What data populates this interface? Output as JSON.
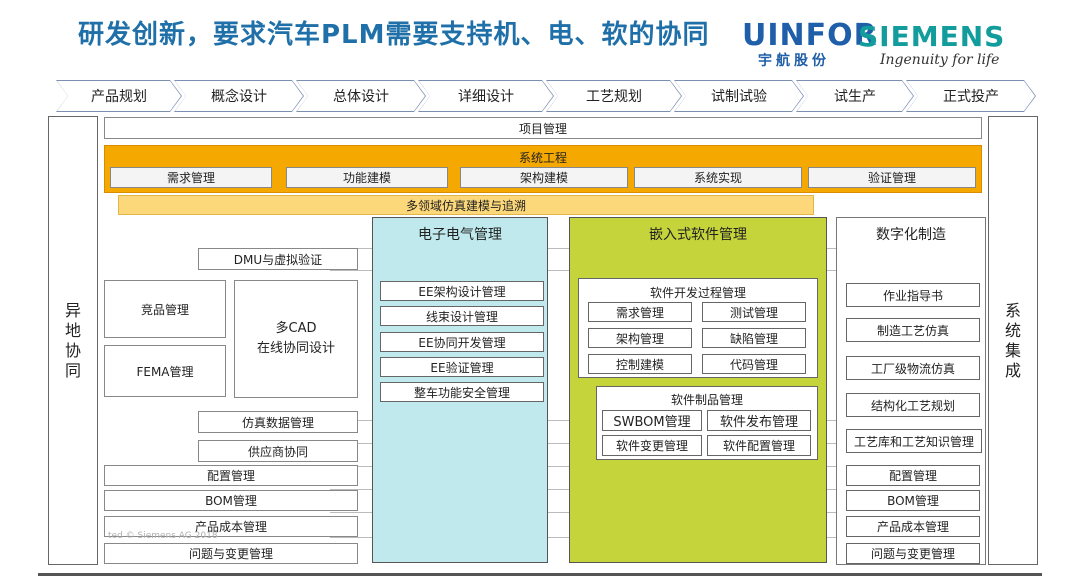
{
  "title": "研发创新，要求汽车PLM需要支持机、电、软的协同",
  "logo": {
    "uinfor": "UINFOR",
    "siemens": "SIEMENS",
    "uinfor_cn": "宇航股份",
    "tagline": "Ingenuity for life"
  },
  "phases": [
    "产品规划",
    "概念设计",
    "总体设计",
    "详细设计",
    "工艺规划",
    "试制试验",
    "试生产",
    "正式投产"
  ],
  "left_side": "异\n地\n协\n同",
  "right_side": "系\n统\n集\n成",
  "project_mgmt": "项目管理",
  "systems_engineering": {
    "title": "系统工程",
    "items": [
      "需求管理",
      "功能建模",
      "架构建模",
      "系统实现",
      "验证管理"
    ]
  },
  "simulation": "多领域仿真建模与追溯",
  "left_column": {
    "dmu": "DMU与虚拟验证",
    "competitor": "竞品管理",
    "fema": "FEMA管理",
    "multicad": "多CAD\n在线协同设计",
    "sim_data": "仿真数据管理",
    "supplier": "供应商协同",
    "config": "配置管理",
    "bom": "BOM管理",
    "cost": "产品成本管理",
    "issue": "问题与变更管理"
  },
  "ee": {
    "title": "电子电气管理",
    "items": [
      "EE架构设计管理",
      "线束设计管理",
      "EE协同开发管理",
      "EE验证管理",
      "整车功能安全管理"
    ]
  },
  "embedded": {
    "title": "嵌入式软件管理",
    "dev_process": {
      "title": "软件开发过程管理",
      "items": [
        "需求管理",
        "测试管理",
        "架构管理",
        "缺陷管理",
        "控制建模",
        "代码管理"
      ]
    },
    "artifact": {
      "title": "软件制品管理",
      "items": [
        "SWBOM管理",
        "软件发布管理",
        "软件变更管理",
        "软件配置管理"
      ]
    }
  },
  "digital": {
    "title": "数字化制造",
    "items": [
      "作业指导书",
      "制造工艺仿真",
      "工厂级物流仿真",
      "结构化工艺规划",
      "工艺库和工艺知识管理",
      "配置管理",
      "BOM管理",
      "产品成本管理",
      "问题与变更管理"
    ]
  },
  "watermark": "ted © Siemens AG 2018"
}
